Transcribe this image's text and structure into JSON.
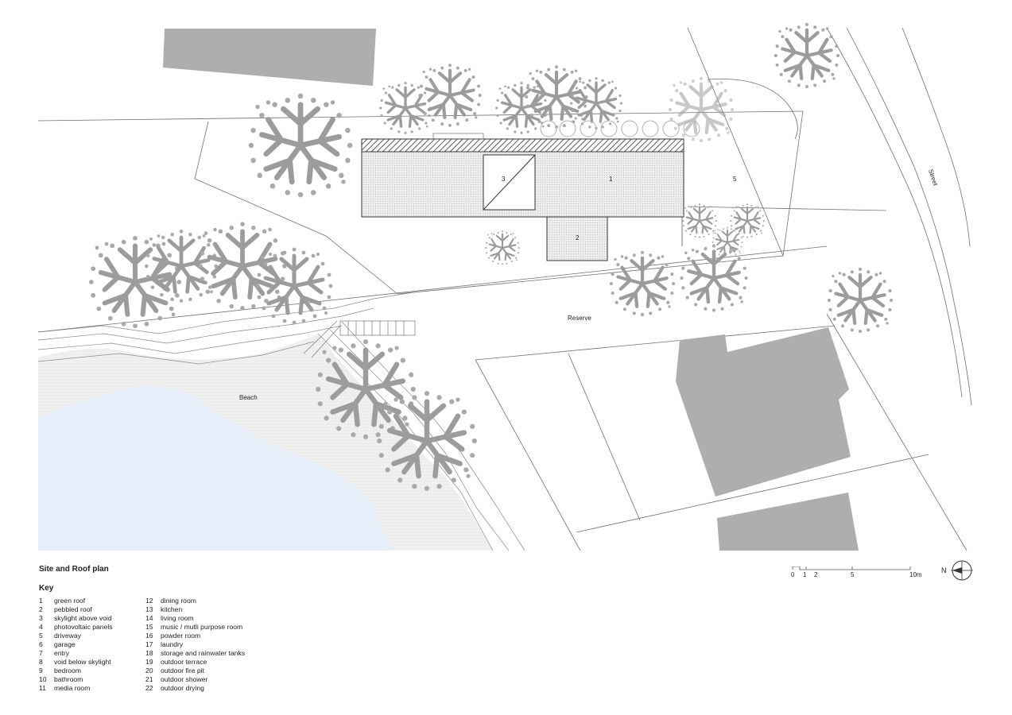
{
  "drawing": {
    "title": "Site and Roof plan",
    "key_title": "Key"
  },
  "labels": {
    "beach": "Beach",
    "reserve": "Reserve",
    "street": "Street",
    "r1": "1",
    "r2": "2",
    "r3": "3",
    "r5": "5"
  },
  "key": [
    {
      "n": "1",
      "t": "green roof"
    },
    {
      "n": "2",
      "t": "pebbled roof"
    },
    {
      "n": "3",
      "t": "skylight above void"
    },
    {
      "n": "4",
      "t": "photovoltaic panels"
    },
    {
      "n": "5",
      "t": "driveway"
    },
    {
      "n": "6",
      "t": "garage"
    },
    {
      "n": "7",
      "t": "entry"
    },
    {
      "n": "8",
      "t": "void below skylight"
    },
    {
      "n": "9",
      "t": "bedroom"
    },
    {
      "n": "10",
      "t": "bathroom"
    },
    {
      "n": "11",
      "t": "media room"
    },
    {
      "n": "12",
      "t": "dining room"
    },
    {
      "n": "13",
      "t": "kitchen"
    },
    {
      "n": "14",
      "t": "living room"
    },
    {
      "n": "15",
      "t": "music / mutli purpose room"
    },
    {
      "n": "16",
      "t": "powder room"
    },
    {
      "n": "17",
      "t": "laundry"
    },
    {
      "n": "18",
      "t": "storage and rainwater tanks"
    },
    {
      "n": "19",
      "t": "outdoor terrace"
    },
    {
      "n": "20",
      "t": "outdoor fire pit"
    },
    {
      "n": "21",
      "t": "outdoor shower"
    },
    {
      "n": "22",
      "t": "outdoor drying"
    }
  ],
  "scale": {
    "t0": "0",
    "t1": "1",
    "t2": "2",
    "t5": "5",
    "t10": "10m"
  },
  "north": {
    "label": "N"
  },
  "colors": {
    "building": "#aeaeae",
    "tree": "#9a9a9a",
    "water": "#e6eff9",
    "sand": "#eeeeee",
    "roof": "#e3e3e3",
    "line": "#6a6a6a"
  }
}
